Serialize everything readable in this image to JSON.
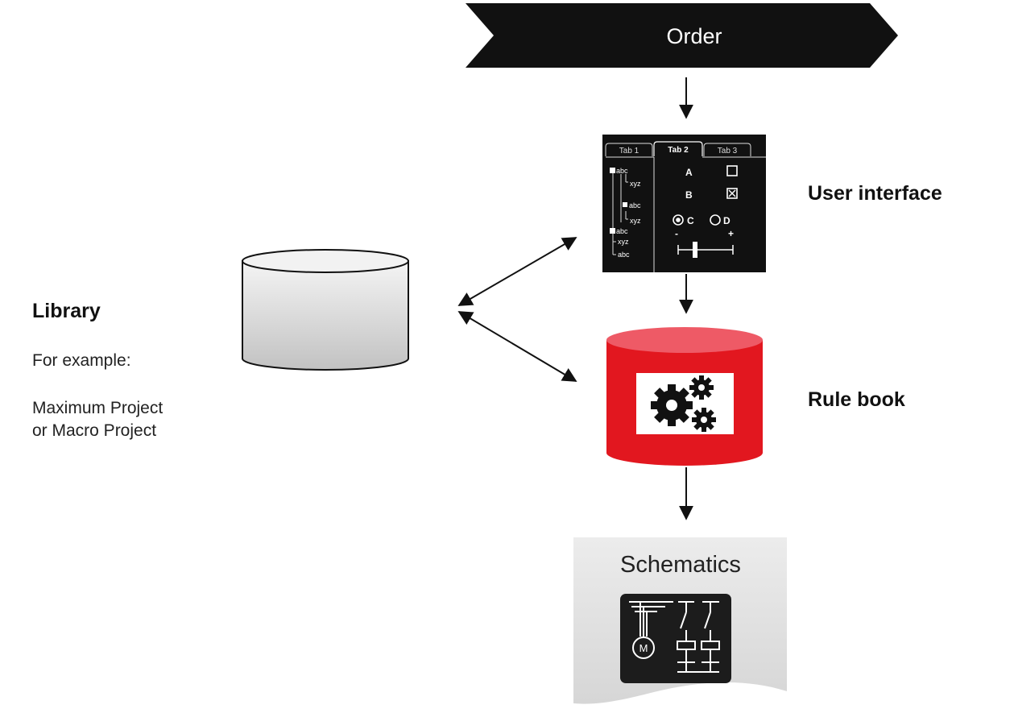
{
  "order": {
    "label": "Order"
  },
  "library": {
    "title": "Library",
    "example_label": "For example:",
    "examples": [
      "Maximum Project",
      "or Macro Project"
    ]
  },
  "user_interface": {
    "label": "User interface",
    "tabs": [
      "Tab 1",
      "Tab 2",
      "Tab 3"
    ],
    "tree_items": [
      "abc",
      "xyz",
      "abc",
      "xyz",
      "abc",
      "xyz",
      "abc"
    ],
    "options": [
      "A",
      "B",
      "C",
      "D"
    ],
    "slider_min": "-",
    "slider_max": "+"
  },
  "rule_book": {
    "label": "Rule book"
  },
  "schematics": {
    "label": "Schematics",
    "motor_symbol": "M"
  },
  "colors": {
    "black": "#111111",
    "rule_book_red": "#e2171f",
    "rule_book_top": "#ee5a66",
    "library_grey": "#d8d8d8",
    "schematics_grey": "#e0e0e0"
  },
  "icons": {
    "rule_book": "gears-icon",
    "schematics": "circuit-diagram-icon"
  }
}
